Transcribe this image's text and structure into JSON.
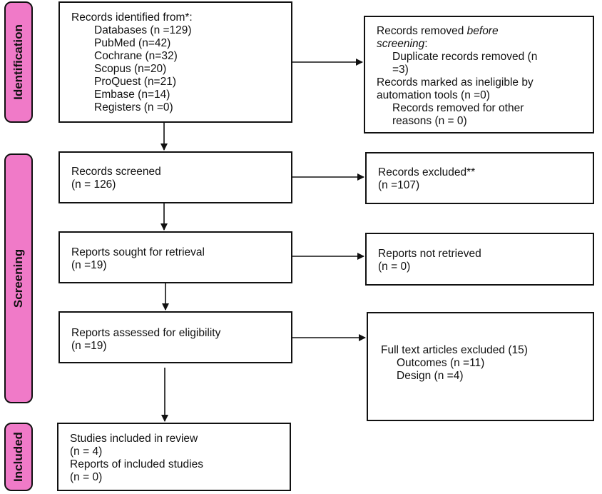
{
  "phases": {
    "identification": "Identification",
    "screening": "Screening",
    "included": "Included"
  },
  "identification": {
    "title": "Records identified from*:",
    "sources": [
      "Databases (n =129)",
      "PubMed (n=42)",
      "Cochrane (n=32)",
      "Scopus (n=20)",
      "ProQuest (n=21)",
      "Embase (n=14)",
      "Registers (n =0)"
    ],
    "removed": {
      "line1": "Records removed ",
      "line1_em": "before",
      "line2_em": "screening",
      "line2": ":",
      "dup1": "Duplicate records removed (n",
      "dup2": "=3)",
      "inelig1": "Records marked as ineligible by",
      "inelig2": "automation tools (n =0)",
      "other1": "Records removed for other",
      "other2": "reasons (n = 0)"
    }
  },
  "screening": {
    "screened": {
      "label": "Records screened",
      "count": "(n = 126)"
    },
    "excluded": {
      "label": "Records excluded**",
      "count": "(n =107)"
    },
    "sought": {
      "label": "Reports sought for retrieval",
      "count": "(n =19)"
    },
    "not_retrieved": {
      "label": "Reports not retrieved",
      "count": "(n = 0)"
    },
    "assessed": {
      "label": "Reports assessed for eligibility",
      "count": "(n =19)"
    },
    "full_text_excluded": {
      "label": "Full text articles excluded (15)",
      "reasons": [
        "Outcomes (n =11)",
        "Design (n =4)"
      ]
    }
  },
  "included": {
    "studies_label": "Studies included in review",
    "studies_count": "(n = 4)",
    "reports_label": "Reports of included studies",
    "reports_count": "(n = 0)"
  }
}
